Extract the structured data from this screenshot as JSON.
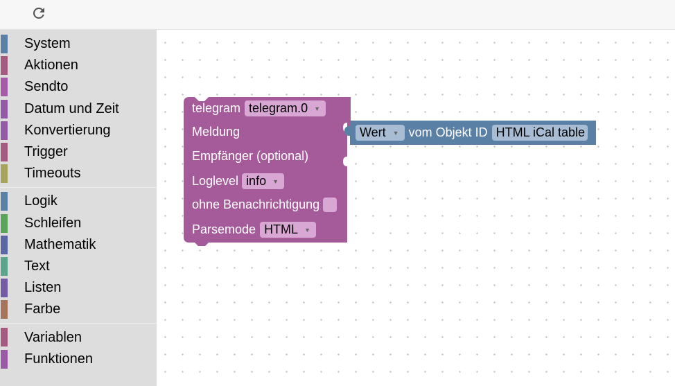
{
  "toolbar": {
    "refresh_icon": "refresh-icon"
  },
  "toolbox": {
    "groups": [
      [
        {
          "label": "System",
          "color": "#5b80a5"
        },
        {
          "label": "Aktionen",
          "color": "#a55b80"
        },
        {
          "label": "Sendto",
          "color": "#a55ba5"
        },
        {
          "label": "Datum und Zeit",
          "color": "#935ba5"
        },
        {
          "label": "Konvertierung",
          "color": "#935ba5"
        },
        {
          "label": "Trigger",
          "color": "#a55b80"
        },
        {
          "label": "Timeouts",
          "color": "#a5a55b"
        }
      ],
      [
        {
          "label": "Logik",
          "color": "#5b80a5"
        },
        {
          "label": "Schleifen",
          "color": "#5ba55b"
        },
        {
          "label": "Mathematik",
          "color": "#5b67a5"
        },
        {
          "label": "Text",
          "color": "#5ba58c"
        },
        {
          "label": "Listen",
          "color": "#745ba5"
        },
        {
          "label": "Farbe",
          "color": "#a5745b"
        }
      ],
      [
        {
          "label": "Variablen",
          "color": "#a55b80"
        },
        {
          "label": "Funktionen",
          "color": "#995ba5"
        }
      ]
    ]
  },
  "telegram_block": {
    "color": "#a55b99",
    "row_instance_label": "telegram",
    "instance_value": "telegram.0",
    "row_message_label": "Meldung",
    "row_recipient_label": "Empfänger (optional)",
    "row_loglevel_label": "Loglevel",
    "loglevel_value": "info",
    "row_silent_label": "ohne Benachrichtigung",
    "row_parsemode_label": "Parsemode",
    "parsemode_value": "HTML"
  },
  "value_block": {
    "color": "#5b80a5",
    "attr_value": "Wert",
    "middle_label": "vom Objekt ID",
    "object_id": "HTML iCal table"
  }
}
